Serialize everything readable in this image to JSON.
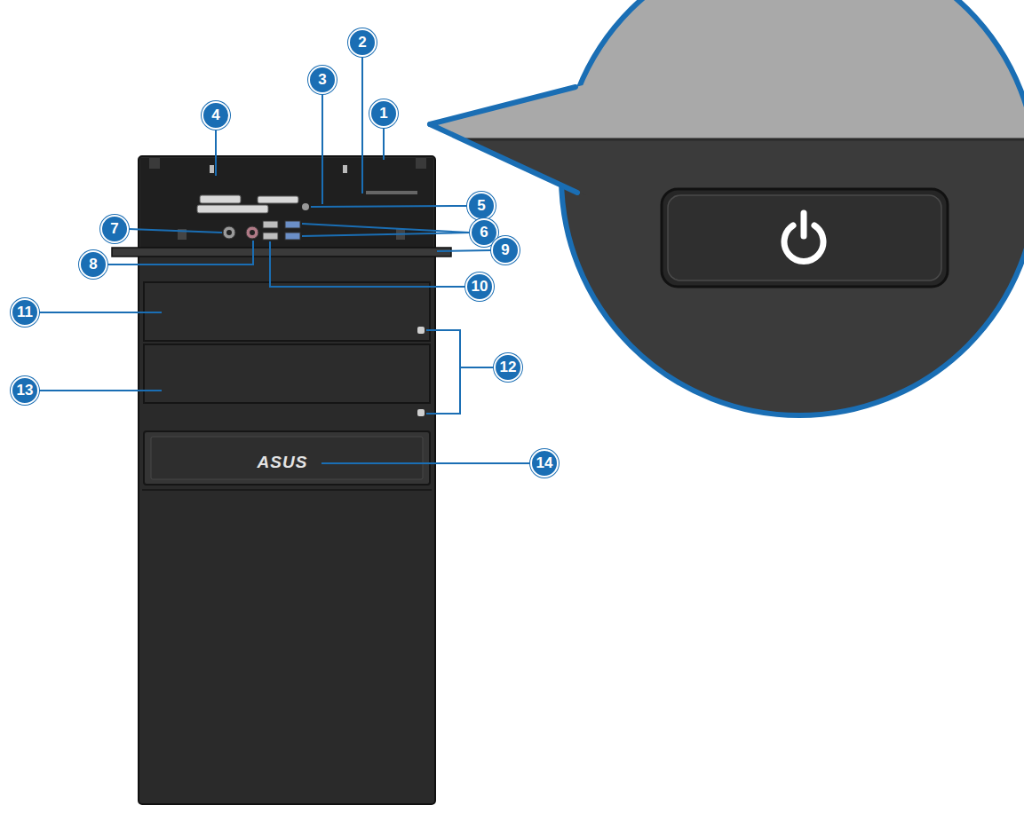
{
  "diagram": {
    "labels": [
      "2",
      "3",
      "1",
      "4",
      "5",
      "7",
      "6",
      "8",
      "9",
      "10",
      "11",
      "12",
      "13",
      "14",
      "ASUS"
    ]
  }
}
